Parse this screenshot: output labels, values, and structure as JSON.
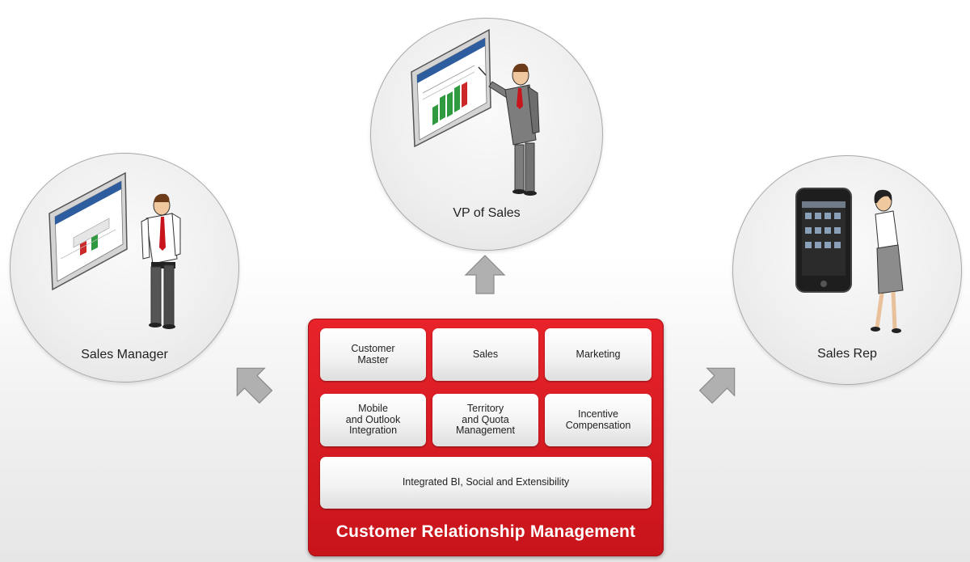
{
  "personas": {
    "vp": {
      "label": "VP of Sales",
      "device": "wall-screen"
    },
    "manager": {
      "label": "Sales Manager",
      "device": "wall-screen"
    },
    "rep": {
      "label": "Sales Rep",
      "device": "smartphone"
    }
  },
  "crm": {
    "title": "Customer Relationship Management",
    "modules": [
      {
        "label": "Customer\nMaster"
      },
      {
        "label": "Sales"
      },
      {
        "label": "Marketing"
      },
      {
        "label": "Mobile\nand Outlook\nIntegration"
      },
      {
        "label": "Territory\nand Quota\nManagement"
      },
      {
        "label": "Incentive\nCompensation"
      },
      {
        "label": "Integrated BI, Social and Extensibility"
      }
    ]
  },
  "colors": {
    "crm_red": "#d81920",
    "arrow_gray": "#b0b0b0",
    "suit_gray": "#7d7d7d",
    "tie_red": "#c8141b"
  }
}
